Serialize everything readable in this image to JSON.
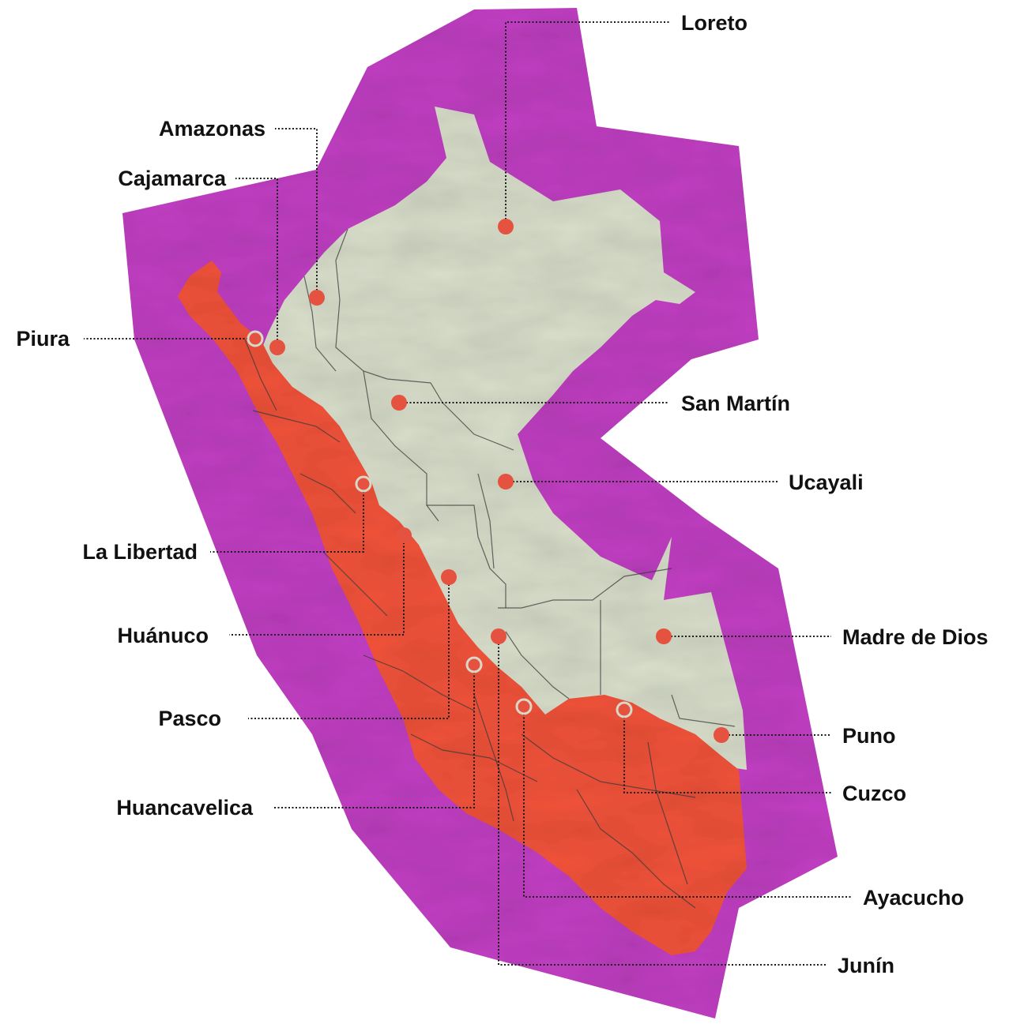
{
  "map": {
    "colors": {
      "background": "#ffffff",
      "frame": "#c13fc3",
      "highland": "#d9dfcb",
      "coast": "#f2533a",
      "marker": "#e5523f",
      "marker_ring": "#d8d8c8",
      "label": "#111111"
    },
    "regions": [
      {
        "id": "loreto",
        "label": "Loreto",
        "marker": "filled"
      },
      {
        "id": "amazonas",
        "label": "Amazonas",
        "marker": "filled"
      },
      {
        "id": "cajamarca",
        "label": "Cajamarca",
        "marker": "filled"
      },
      {
        "id": "piura",
        "label": "Piura",
        "marker": "hollow"
      },
      {
        "id": "san-martin",
        "label": "San Martín",
        "marker": "filled"
      },
      {
        "id": "ucayali",
        "label": "Ucayali",
        "marker": "filled"
      },
      {
        "id": "la-libertad",
        "label": "La Libertad",
        "marker": "hollow"
      },
      {
        "id": "huanuco",
        "label": "Huánuco",
        "marker": "filled"
      },
      {
        "id": "madre-de-dios",
        "label": "Madre de Dios",
        "marker": "filled"
      },
      {
        "id": "pasco",
        "label": "Pasco",
        "marker": "filled"
      },
      {
        "id": "puno",
        "label": "Puno",
        "marker": "filled"
      },
      {
        "id": "cuzco",
        "label": "Cuzco",
        "marker": "hollow"
      },
      {
        "id": "huancavelica",
        "label": "Huancavelica",
        "marker": "hollow"
      },
      {
        "id": "ayacucho",
        "label": "Ayacucho",
        "marker": "hollow"
      },
      {
        "id": "junin",
        "label": "Junín",
        "marker": "filled"
      }
    ]
  }
}
